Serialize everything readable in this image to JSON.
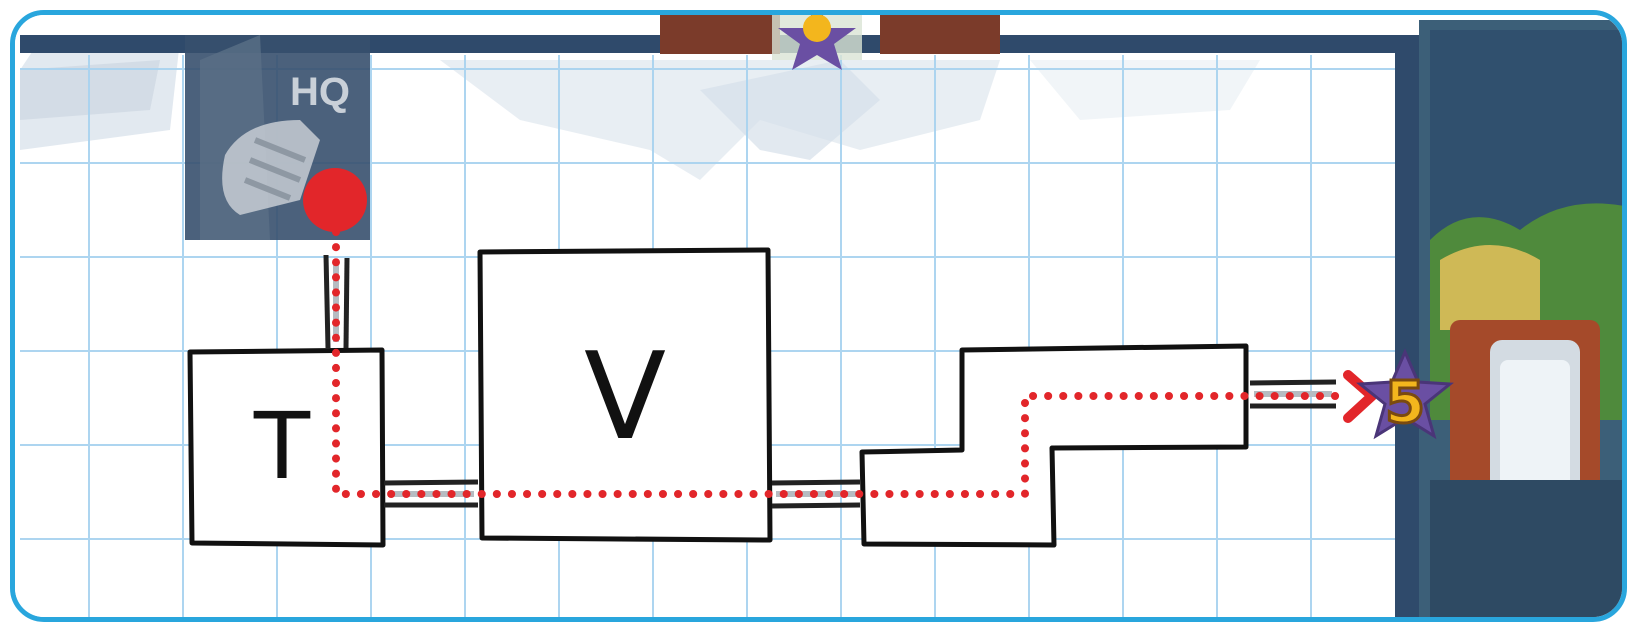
{
  "colors": {
    "frame_border": "#29a6dd",
    "grid_line": "#a9d3ef",
    "room_outline": "#111111",
    "route": "#e2262a",
    "start_marker": "#e2262a",
    "star": "#6a4fa3",
    "star_number": "#f3b61d",
    "dark_wall": "#2f4a6b"
  },
  "base": {
    "label": "HQ",
    "icon": "boot-print-icon"
  },
  "rooms": [
    {
      "id": "room-t",
      "label": "T"
    },
    {
      "id": "room-v",
      "label": "V"
    },
    {
      "id": "room-step",
      "label": ""
    }
  ],
  "exit": {
    "star_value": "5",
    "arrow_icon": "chevron-right-icon"
  },
  "top_door": {
    "star_icon": "star-icon"
  }
}
